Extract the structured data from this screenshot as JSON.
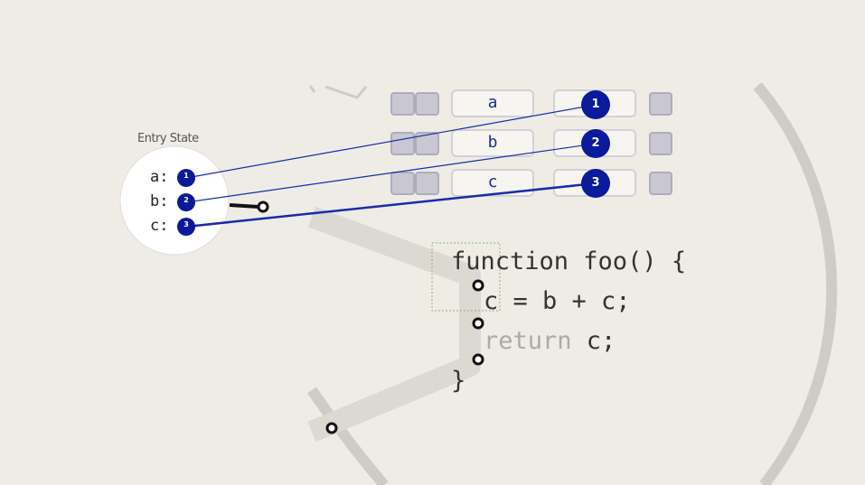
{
  "entry_state": {
    "title": "Entry State",
    "vars": [
      {
        "name": "a:",
        "value": "1"
      },
      {
        "name": "b:",
        "value": "2"
      },
      {
        "name": "c:",
        "value": "3"
      }
    ]
  },
  "table": {
    "rows": [
      {
        "label": "a",
        "value": "1"
      },
      {
        "label": "b",
        "value": "2"
      },
      {
        "label": "c",
        "value": "3"
      }
    ]
  },
  "code": {
    "line1": "function foo() {",
    "line2": "c = b + c;",
    "line3_keyword": "return",
    "line3_rest": " c;",
    "line4": "}"
  },
  "colors": {
    "accent": "#0a1a9a",
    "background": "#efece5",
    "flow": "#d9d6cf"
  }
}
